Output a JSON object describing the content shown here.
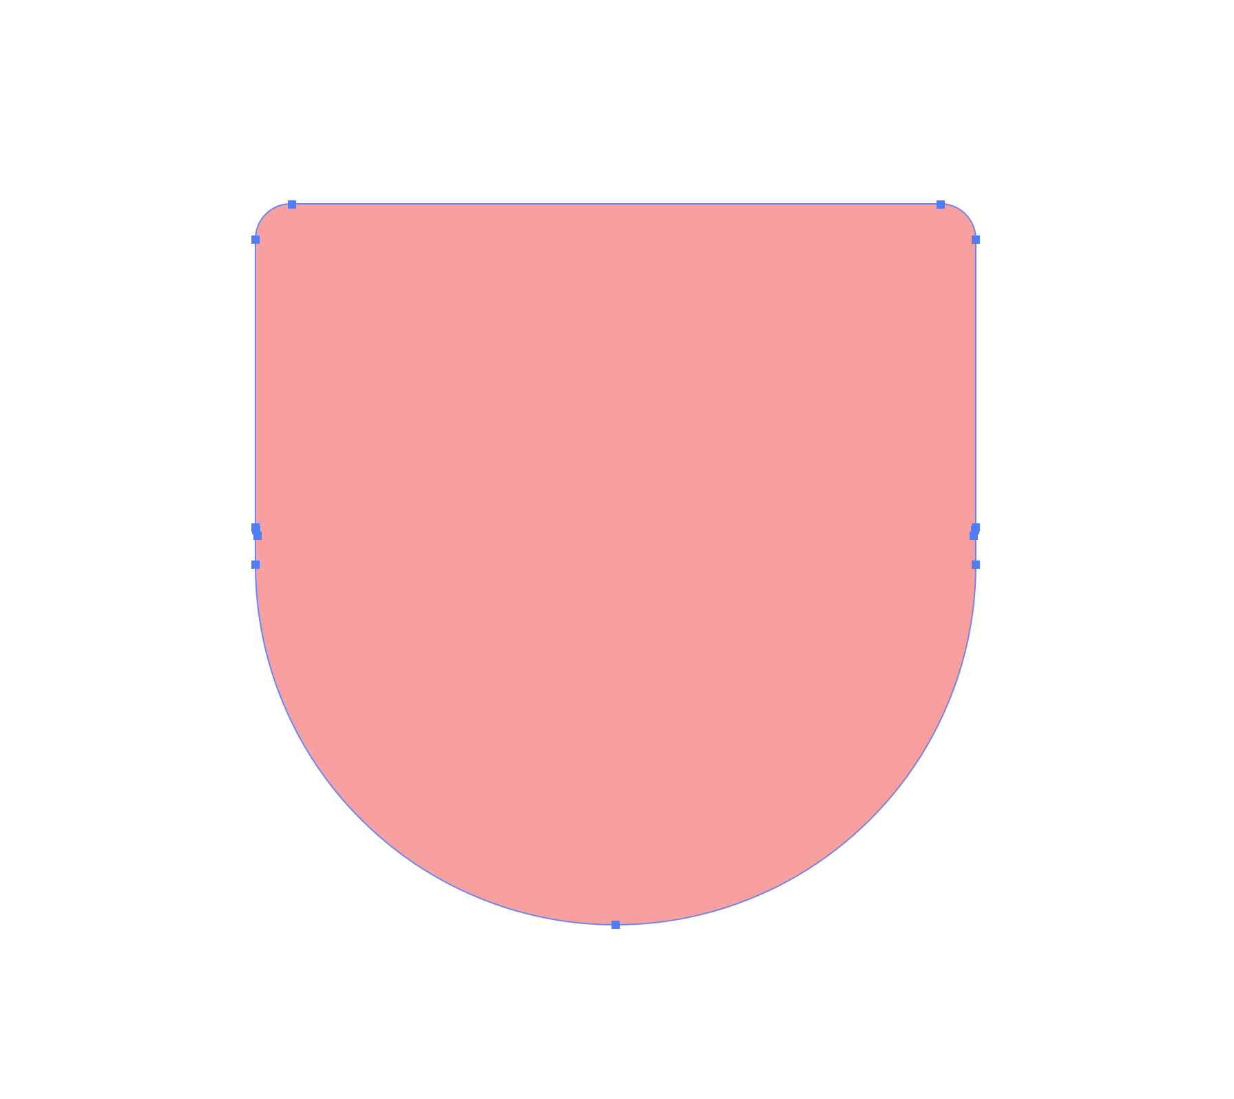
{
  "canvas": {
    "background_color": "#ffffff"
  },
  "shape": {
    "type": "vector-path",
    "description_kind": "rounded-top rectangle with semicircular bottom",
    "fill_color": "#f8a0a0",
    "stroke_color": "#6b86f2",
    "selected": true
  },
  "anchor_points": {
    "color": "#4f7df7",
    "count": 13
  }
}
